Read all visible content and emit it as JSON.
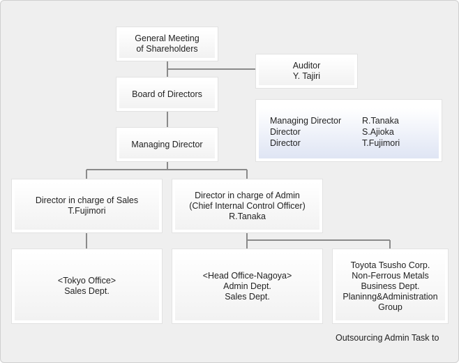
{
  "general_meeting": {
    "line1": "General Meeting",
    "line2": "of Shareholders"
  },
  "auditor": {
    "title": "Auditor",
    "name": "Y. Tajiri"
  },
  "board_of_directors": {
    "label": "Board of Directors"
  },
  "managing_director": {
    "label": "Managing Director"
  },
  "board_members": [
    {
      "role": "Managing Director",
      "name": "R.Tanaka"
    },
    {
      "role": "Director",
      "name": "S.Ajioka"
    },
    {
      "role": "Director",
      "name": "T.Fujimori"
    }
  ],
  "director_sales": {
    "title": "Director in charge of Sales",
    "name": "T.Fujimori"
  },
  "director_admin": {
    "title": "Director in charge of Admin",
    "subtitle": "(Chief Internal Control Officer)",
    "name": "R.Tanaka"
  },
  "tokyo_office": {
    "line1": "<Tokyo Office>",
    "line2": "Sales Dept."
  },
  "head_office": {
    "line1": "<Head Office-Nagoya>",
    "line2": "Admin Dept.",
    "line3": "Sales Dept."
  },
  "toyota_tsusho": {
    "line1": "Toyota Tsusho Corp.",
    "line2": "Non-Ferrous Metals",
    "line3": "Business Dept.",
    "line4": "Planinng&Administration",
    "line5": "Group"
  },
  "outsourcing_note": "Outsourcing Admin Task to",
  "colors": {
    "connector": "#8a8a8a",
    "panel": "#efefef",
    "box_border": "#ffffff",
    "board_gradient_end": "#dfe5f4"
  }
}
